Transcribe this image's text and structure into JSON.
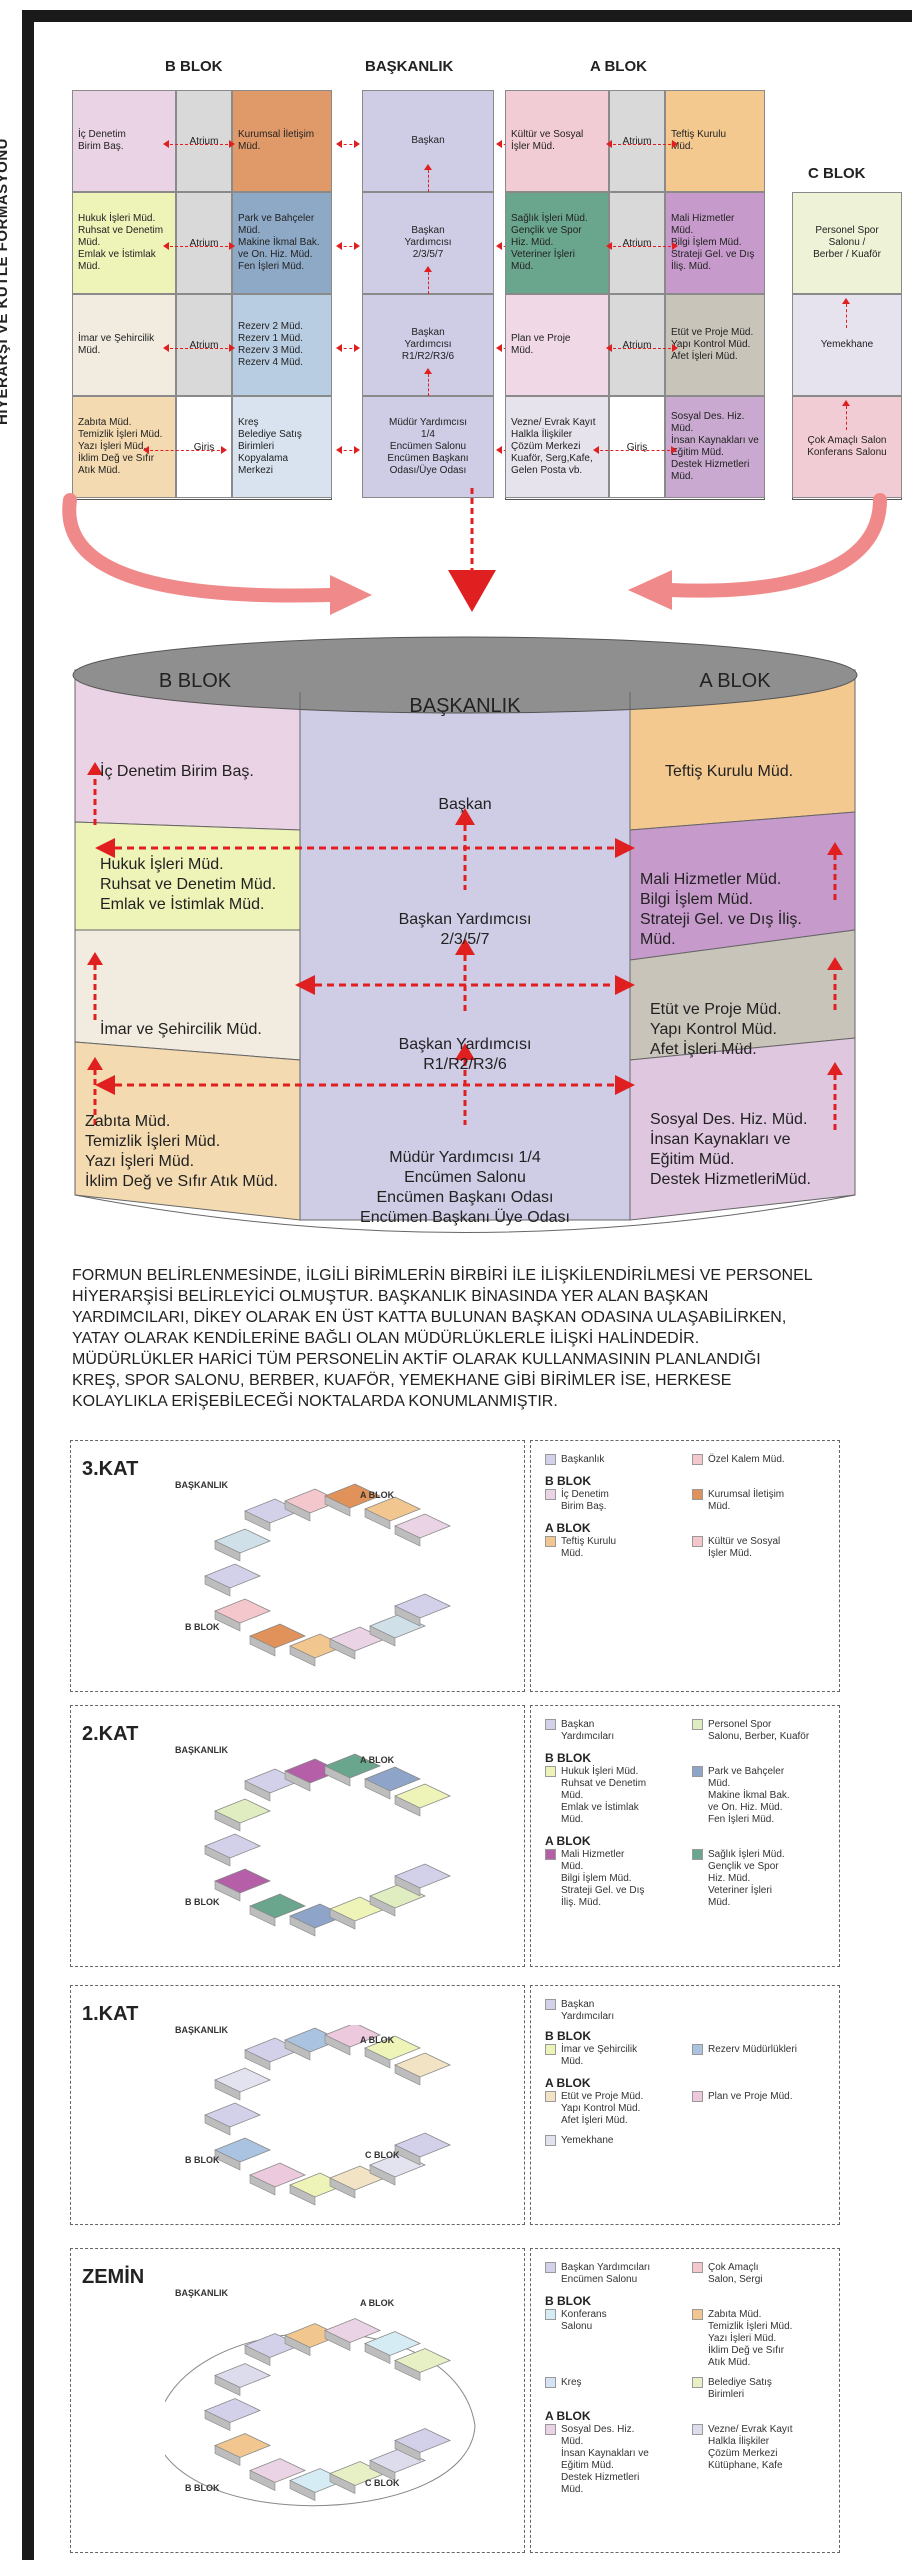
{
  "side_title": "HİYERARŞİ VE KÜTLE FORMASYONU",
  "top": {
    "b_title": "B BLOK",
    "bas_title": "BAŞKANLIK",
    "a_title": "A BLOK",
    "c_title": "C BLOK",
    "atrium": "Atrium",
    "giris": "Giriş",
    "b_left": [
      "İç Denetim\nBirim Baş.",
      "Hukuk İşleri Müd.\nRuhsat ve Denetim\nMüd.\nEmlak ve İstimlak\nMüd.",
      "İmar ve Şehircilik\nMüd.",
      "Zabıta Müd.\nTemizlik İşleri Müd.\nYazı İşleri Müd.\nİklim Değ ve Sıfır\nAtık Müd."
    ],
    "b_right": [
      "Kurumsal İletişim\nMüd.",
      "Park ve Bahçeler\nMüd.\nMakine İkmal Bak.\nve On. Hiz. Müd.\nFen İşleri Müd.",
      "Rezerv 2 Müd.\nRezerv 1 Müd.\nRezerv 3 Müd.\nRezerv 4 Müd.",
      "Kreş\nBelediye Satış\nBirimleri\nKopyalama\nMerkezi"
    ],
    "bas": [
      "Başkan",
      "Başkan\nYardımcısı\n2/3/5/7",
      "Başkan\nYardımcısı\nR1/R2/R3/6",
      "Müdür Yardımcısı\n1/4\nEncümen Salonu\nEncümen Başkanı\nOdası/Üye Odası"
    ],
    "a_left": [
      "Kültür ve Sosyal\nİşler Müd.",
      "Sağlık İşleri Müd.\nGençlik ve Spor\nHiz. Müd.\nVeteriner İşleri\nMüd.",
      "Plan ve Proje\nMüd.",
      "Vezne/ Evrak Kayıt\nHalkla İlişkiler\nÇözüm Merkezi\nKuaför, Serg,Kafe,\nGelen Posta vb."
    ],
    "a_right": [
      "Teftiş Kurulu\nMüd.",
      "Mali Hizmetler\nMüd.\nBilgi İşlem Müd.\nStrateji Gel. ve Dış\nİliş. Müd.",
      "Etüt ve Proje Müd.\nYapı Kontrol Müd.\nAfet İşleri Müd.",
      "Sosyal Des. Hiz.\nMüd.\nİnsan Kaynakları ve\nEğitim Müd.\nDestek Hizmetleri\nMüd."
    ],
    "c": [
      "Personel Spor\nSalonu /\nBerber / Kuaför",
      "Yemekhane",
      "Çok Amaçlı Salon\nKonferans Salonu"
    ]
  },
  "cylinder": {
    "b_title": "B BLOK",
    "bas_title": "BAŞKANLIK",
    "a_title": "A BLOK",
    "b": [
      "İç Denetim Birim Baş.",
      "Hukuk İşleri Müd.\nRuhsat ve Denetim Müd.\nEmlak ve İstimlak Müd.",
      "İmar ve Şehircilik Müd.",
      "Zabıta Müd.\nTemizlik İşleri Müd.\nYazı İşleri Müd.\nİklim Değ ve Sıfır Atık Müd."
    ],
    "bas": [
      "Başkan",
      "Başkan Yardımcısı\n2/3/5/7",
      "Başkan Yardımcısı\nR1/R2/R3/6",
      "Müdür Yardımcısı 1/4\nEncümen Salonu\nEncümen Başkanı Odası\nEncümen Başkanı Üye Odası"
    ],
    "a": [
      "Teftiş Kurulu Müd.",
      "Mali Hizmetler Müd.\nBilgi İşlem Müd.\nStrateji Gel. ve Dış İliş.\nMüd.",
      "Etüt ve Proje Müd.\nYapı Kontrol Müd.\nAfet İşleri Müd.",
      "Sosyal Des. Hiz. Müd.\nİnsan Kaynakları ve\nEğitim Müd.\nDestek HizmetleriMüd."
    ]
  },
  "paragraph": "FORMUN BELİRLENMESİNDE, İLGİLİ BİRİMLERİN BİRBİRİ İLE İLİŞKİLENDİRİLMESİ VE PERSONEL\nHİYERARŞİSİ BELİRLEYİCİ OLMUŞTUR. BAŞKANLIK BİNASINDA YER ALAN BAŞKAN\nYARDIMCILARI, DİKEY OLARAK EN ÜST KATTA BULUNAN BAŞKAN ODASINA ULAŞABİLİRKEN,\nYATAY OLARAK KENDİLERİNE BAĞLI OLAN MÜDÜRLÜKLERLE İLİŞKİ HALİNDEDİR.\nMÜDÜRLÜKLER HARİCİ TÜM PERSONELİN AKTİF OLARAK KULLANMASININ PLANLANDIĞI\nKREŞ, SPOR SALONU, BERBER, KUAFÖR, YEMEKHANE GİBİ BİRİMLER İSE, HERKESE\nKOLAYLIKLA ERİŞEBİLECEĞİ NOKTALARDA KONUMLANMIŞTIR.",
  "floors": [
    {
      "label": "3.KAT",
      "iso": [
        "BAŞKANLIK",
        "A BLOK",
        "B BLOK"
      ],
      "legend": [
        {
          "text": "Başkanlık",
          "color": "#d3d0ea"
        },
        {
          "text": "Özel Kalem Müd.",
          "color": "#f4c7cc"
        },
        {
          "head": "B BLOK"
        },
        {
          "text": "İç Denetim\nBirim Baş.",
          "color": "#ead3e4"
        },
        {
          "text": "Kurumsal İletişim\nMüd.",
          "color": "#e0925a"
        },
        {
          "head": "A BLOK"
        },
        {
          "text": "Teftiş Kurulu\nMüd.",
          "color": "#f1c68f"
        },
        {
          "text": "Kültür ve Sosyal\nİşler Müd.",
          "color": "#f4c7cc"
        }
      ]
    },
    {
      "label": "2.KAT",
      "iso": [
        "BAŞKANLIK",
        "A BLOK",
        "B BLOK"
      ],
      "legend": [
        {
          "text": "Başkan\nYardımcıları",
          "color": "#d3d0ea"
        },
        {
          "text": "Personel Spor\nSalonu, Berber, Kuaför",
          "color": "#dfedc0"
        },
        {
          "head": "B BLOK"
        },
        {
          "text": "Hukuk İşleri Müd.\nRuhsat ve Denetim\nMüd.\nEmlak ve İstimlak\nMüd.",
          "color": "#eef3b8"
        },
        {
          "text": "Park ve Bahçeler\nMüd.\nMakine İkmal Bak.\nve On. Hiz. Müd.\nFen İşleri Müd.",
          "color": "#8ea4c8"
        },
        {
          "head": "A BLOK"
        },
        {
          "text": "Mali Hizmetler\nMüd.\nBilgi İşlem Müd.\nStrateji Gel. ve Dış\nİliş. Müd.",
          "color": "#b45fa8"
        },
        {
          "text": "Sağlık İşleri Müd.\nGençlik ve Spor\nHiz. Müd.\nVeteriner İşleri\nMüd.",
          "color": "#6aa58e"
        }
      ]
    },
    {
      "label": "1.KAT",
      "iso": [
        "BAŞKANLIK",
        "A BLOK",
        "B BLOK",
        "C BLOK"
      ],
      "legend": [
        {
          "text": "Başkan\nYardımcıları",
          "color": "#d3d0ea"
        },
        {
          "head": "B BLOK"
        },
        {
          "text": "İmar ve Şehircilik\nMüd.",
          "color": "#eef3b8"
        },
        {
          "text": "Rezerv Müdürlükleri",
          "color": "#a9c3e0"
        },
        {
          "head": "A BLOK"
        },
        {
          "text": "Etüt ve Proje Müd.\nYapı Kontrol Müd.\nAfet İşleri Müd.",
          "color": "#f1e3c4"
        },
        {
          "text": "Plan ve Proje Müd.",
          "color": "#ecc9dc"
        },
        {
          "text": "Yemekhane",
          "color": "#e3e3ef"
        }
      ]
    },
    {
      "label": "ZEMİN",
      "iso": [
        "BAŞKANLIK",
        "A BLOK",
        "B BLOK",
        "C BLOK"
      ],
      "legend": [
        {
          "text": "Başkan Yardımcıları\nEncümen Salonu",
          "color": "#d3d0ea"
        },
        {
          "text": "Çok Amaçlı\nSalon, Sergi",
          "color": "#f4c7cc"
        },
        {
          "head": "B BLOK"
        },
        {
          "text": "Konferans\nSalonu",
          "color": "#d6ecf4"
        },
        {
          "text": "Zabıta Müd.\nTemizlik İşleri Müd.\nYazı İşleri Müd.\nİklim Değ ve Sıfır\nAtık Müd.",
          "color": "#f1c68f"
        },
        {
          "text": "Kreş",
          "color": "#d6e3f4"
        },
        {
          "text": "Belediye Satış\nBirimleri",
          "color": "#e6f0c4"
        },
        {
          "head": "A BLOK"
        },
        {
          "text": "Sosyal Des. Hiz.\nMüd.\nİnsan Kaynakları ve\nEğitim Müd.\nDestek Hizmetleri\nMüd.",
          "color": "#ead3e4"
        },
        {
          "text": "Vezne/ Evrak Kayıt\nHalkla İlişkiler\nÇözüm Merkezi\nKütüphane, Kafe",
          "color": "#dcdcec"
        }
      ]
    }
  ],
  "colors": {
    "arrow": "#e02020",
    "big_arrow": "#f08a8a",
    "bas": "#cfcce6",
    "b_row1": "#ead3e4",
    "b_row2": "#eef3b8",
    "b_row3": "#f1ebe0",
    "b_row4": "#f3dab0",
    "a_row1": "#f3c990",
    "a_row2": "#c79acc",
    "a_row3": "#c9c4ba",
    "a_row4": "#e0c7e0"
  }
}
